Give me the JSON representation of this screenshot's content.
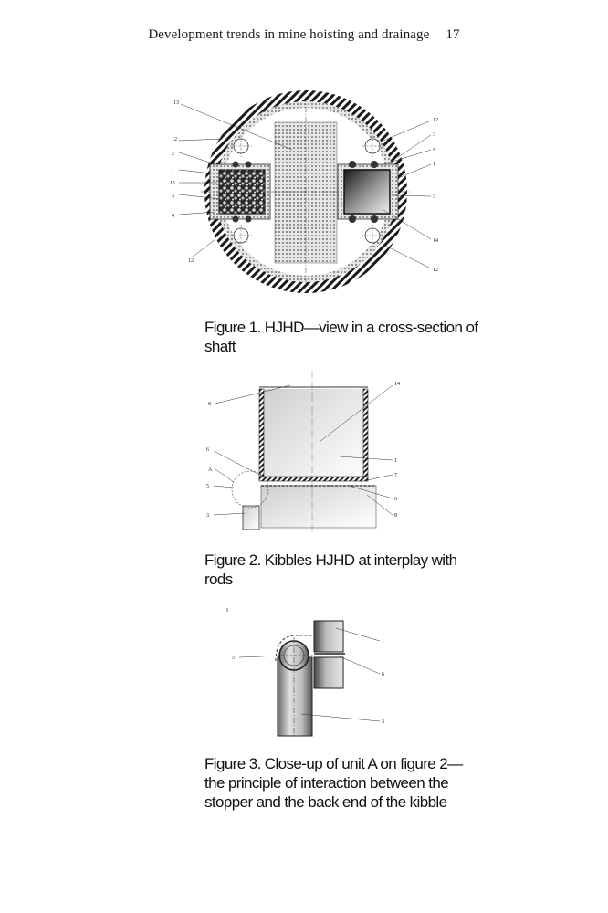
{
  "header": {
    "running_title": "Development trends in mine hoisting and drainage",
    "page_number": "17"
  },
  "figures": [
    {
      "caption": "Figure 1. HJHD—view in a cross-section of shaft",
      "labels": {
        "l13": "13",
        "l12a": "12",
        "l2": "2",
        "l1": "1",
        "l15": "15",
        "l3": "3",
        "l4": "4",
        "l12b": "12",
        "r12a": "12",
        "r3": "3",
        "r4": "4",
        "r1": "1",
        "r3b": "3",
        "r14": "14",
        "r12b": "12"
      }
    },
    {
      "caption": "Figure 2. Kibbles HJHD at interplay with rods",
      "labels": {
        "l8": "8",
        "l6": "6",
        "lA": "A",
        "l5": "5",
        "l3": "3",
        "r14": "14",
        "r1": "1",
        "r7": "7",
        "r6": "6",
        "r8": "8"
      }
    },
    {
      "caption": "Figure 3. Close-up of unit A on figure 2—the principle of interaction between the stopper and the back end of the kibble",
      "labels": {
        "tl": "I",
        "l5": "5",
        "r1": "1",
        "r6": "6",
        "r3": "3"
      }
    }
  ]
}
